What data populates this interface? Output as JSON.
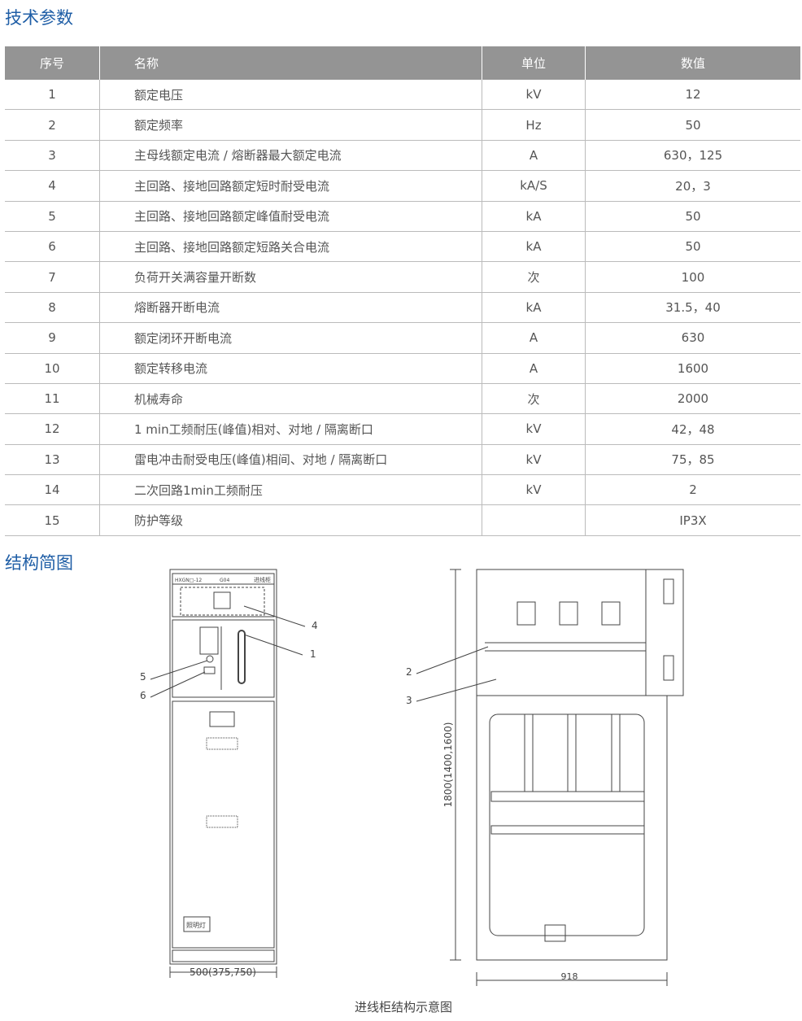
{
  "title": "技术参数",
  "table": {
    "headers": [
      "序号",
      "名称",
      "单位",
      "数值"
    ],
    "rows": [
      [
        "1",
        "额定电压",
        "kV",
        "12"
      ],
      [
        "2",
        "额定频率",
        "Hz",
        "50"
      ],
      [
        "3",
        "主母线额定电流 / 熔断器最大额定电流",
        "A",
        "630，125"
      ],
      [
        "4",
        "主回路、接地回路额定短时耐受电流",
        "kA/S",
        "20，3"
      ],
      [
        "5",
        "主回路、接地回路额定峰值耐受电流",
        "kA",
        "50"
      ],
      [
        "6",
        "主回路、接地回路额定短路关合电流",
        "kA",
        "50"
      ],
      [
        "7",
        "负荷开关满容量开断数",
        "次",
        "100"
      ],
      [
        "8",
        "熔断器开断电流",
        "kA",
        "31.5，40"
      ],
      [
        "9",
        "额定闭环开断电流",
        "A",
        "630"
      ],
      [
        "10",
        "额定转移电流",
        "A",
        "1600"
      ],
      [
        "11",
        "机械寿命",
        "次",
        "2000"
      ],
      [
        "12",
        "1 min工频耐压(峰值)相对、对地 / 隔离断口",
        "kV",
        "42，48"
      ],
      [
        "13",
        "雷电冲击耐受电压(峰值)相间、对地 / 隔离断口",
        "kV",
        "75，85"
      ],
      [
        "14",
        "二次回路1min工频耐压",
        "kV",
        "2"
      ],
      [
        "15",
        "防护等级",
        "",
        "IP3X"
      ]
    ]
  },
  "structure_title": "结构简图",
  "diagram": {
    "model": "HXGN□-12",
    "code": "G04",
    "type": "进线柜",
    "lamp": "照明灯",
    "width_left": "500(375,750)",
    "height": "1800(1400,1600)",
    "width_right": "918",
    "callouts": [
      "4",
      "1",
      "5",
      "6",
      "2",
      "3"
    ],
    "caption": "进线柜结构示意图"
  }
}
